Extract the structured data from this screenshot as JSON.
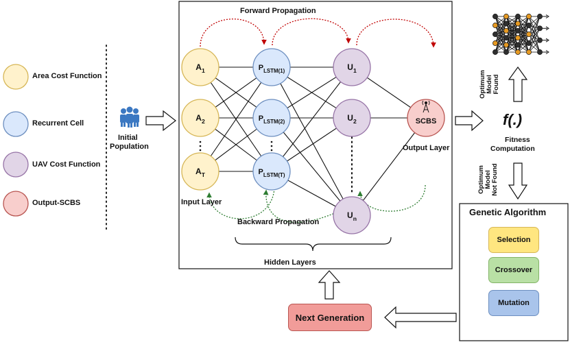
{
  "legend": {
    "items": [
      {
        "label": "Area Cost Function",
        "fill": "#fff2cc",
        "stroke": "#d6b656"
      },
      {
        "label": "Recurrent Cell",
        "fill": "#dae8fc",
        "stroke": "#6c8ebf"
      },
      {
        "label": "UAV Cost Function",
        "fill": "#e1d5e7",
        "stroke": "#9673a6"
      },
      {
        "label": "Output-SCBS",
        "fill": "#f8cecc",
        "stroke": "#b85450"
      }
    ]
  },
  "population": {
    "line1": "Initial",
    "line2": "Population",
    "icon": "people-group-icon"
  },
  "network": {
    "forward_label": "Forward Propagation",
    "backward_label": "Backward Propagation",
    "input_layer_label": "Input Layer",
    "output_layer_label": "Output Layer",
    "hidden_layers_label": "Hidden Layers",
    "input_nodes": [
      {
        "main": "A",
        "sub": "1"
      },
      {
        "main": "A",
        "sub": "2"
      },
      {
        "main": "A",
        "sub": "T"
      }
    ],
    "lstm_nodes": [
      {
        "main": "P",
        "sub": "LSTM(1)"
      },
      {
        "main": "P",
        "sub": "LSTM(2)"
      },
      {
        "main": "P",
        "sub": "LSTM(T)"
      }
    ],
    "uav_nodes": [
      {
        "main": "U",
        "sub": "1"
      },
      {
        "main": "U",
        "sub": "2"
      },
      {
        "main": "U",
        "sub": "n"
      }
    ],
    "output_node": {
      "label": "SCBS",
      "icon": "antenna-tower-icon"
    },
    "forward_color": "#c00000",
    "backward_color": "#2e7d32"
  },
  "fitness": {
    "symbol": "f(.)",
    "line1": "Fitness",
    "line2": "Computation",
    "found": [
      "Optimum",
      "Model",
      "Found"
    ],
    "not_found": [
      "Optimum",
      "Model",
      "Not Found"
    ],
    "nn_icon": "neural-network-icon"
  },
  "genetic_algorithm": {
    "title": "Genetic Algorithm",
    "steps": [
      {
        "label": "Selection",
        "fill": "#ffe680",
        "stroke": "#d6b656"
      },
      {
        "label": "Crossover",
        "fill": "#b9e0a5",
        "stroke": "#82b366"
      },
      {
        "label": "Mutation",
        "fill": "#a9c4eb",
        "stroke": "#6c8ebf"
      }
    ]
  },
  "next_generation": {
    "label": "Next Generation",
    "fill": "#f19c99",
    "stroke": "#b85450"
  }
}
